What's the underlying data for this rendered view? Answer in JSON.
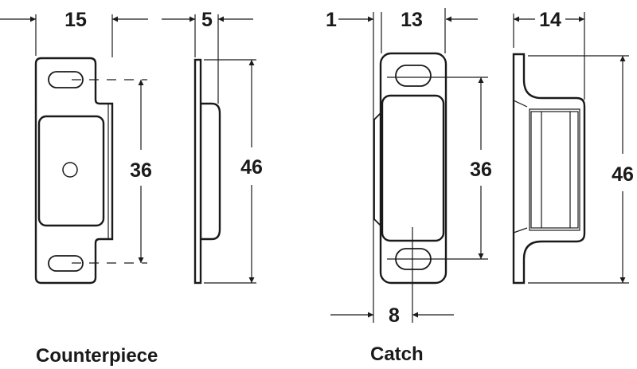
{
  "counterpiece": {
    "label": "Counterpiece",
    "width": "15",
    "depth": "5",
    "hole_spacing": "36",
    "height": "46"
  },
  "catch": {
    "label": "Catch",
    "offset": "1",
    "width": "13",
    "depth": "14",
    "hole_spacing": "36",
    "height": "46",
    "center_offset": "8"
  }
}
